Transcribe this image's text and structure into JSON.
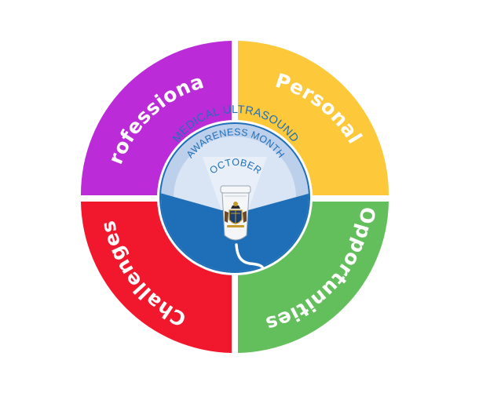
{
  "segments": [
    {
      "label": "Professional",
      "color": "#bb2cd8"
    },
    {
      "label": "Personal",
      "color": "#fdc83a"
    },
    {
      "label": "Opportunities",
      "color": "#63bf5c"
    },
    {
      "label": "Challenges",
      "color": "#f1182d"
    }
  ],
  "logo": {
    "line1": "MEDICAL ULTRASOUND",
    "line2": "AWARENESS MONTH",
    "line3": "OCTOBER",
    "colors": {
      "blue": "#1f6fb8",
      "light_blue": "#bcd0ec",
      "ring": "#ffffff",
      "probe": "#f4f6f8"
    },
    "icons": [
      "ultrasound-probe-icon",
      "coat-of-arms-icon"
    ]
  }
}
